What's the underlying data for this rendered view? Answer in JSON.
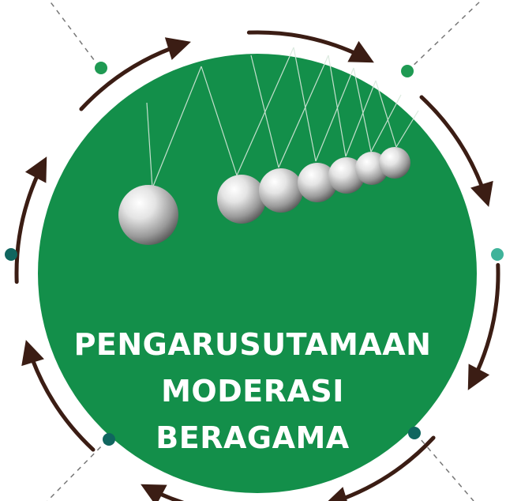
{
  "title": {
    "lines": [
      "PENGARUSUTAMAAN",
      "MODERASI",
      "BERAGAMA"
    ]
  },
  "colors": {
    "circle": "#138f4a",
    "arrow": "#3b1d14",
    "dot_green": "#1f9a53",
    "dot_teal": "#10665f",
    "dot_mint": "#3fb39a",
    "guide_line": "#777777",
    "text": "#ffffff"
  },
  "decor": {
    "image": "newtons-cradle",
    "balls": 7,
    "cycle_arrows": 8,
    "connector_dots": 6
  }
}
